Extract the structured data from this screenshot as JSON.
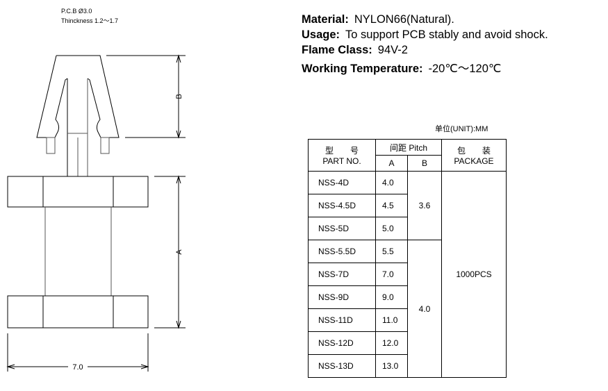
{
  "drawing": {
    "pcb_note": "P.C.B Ø3.0",
    "thickness_note": "Thinckness  1.2～1.7",
    "dim_b": "B",
    "dim_a": "A",
    "dim_width": "7.0"
  },
  "specs": [
    {
      "label": "Material:",
      "value": "NYLON66(Natural)."
    },
    {
      "label": "Usage:",
      "value": "To support PCB stably and avoid shock."
    },
    {
      "label": "Flame Class:",
      "value": "94V-2"
    },
    {
      "label": "Working Temperature:",
      "value": "-20℃～120℃"
    }
  ],
  "table": {
    "unit": "单位(UNIT):MM",
    "headers": {
      "part_cn": "型　　号",
      "part": "PART NO.",
      "pitch": "间距 Pitch",
      "a": "A",
      "b": "B",
      "package_cn": "包　　装",
      "package": "PACKAGE"
    },
    "rows": [
      {
        "part": "NSS-4D",
        "a": "4.0"
      },
      {
        "part": "NSS-4.5D",
        "a": "4.5"
      },
      {
        "part": "NSS-5D",
        "a": "5.0"
      },
      {
        "part": "NSS-5.5D",
        "a": "5.5"
      },
      {
        "part": "NSS-7D",
        "a": "7.0"
      },
      {
        "part": "NSS-9D",
        "a": "9.0"
      },
      {
        "part": "NSS-11D",
        "a": "11.0"
      },
      {
        "part": "NSS-12D",
        "a": "12.0"
      },
      {
        "part": "NSS-13D",
        "a": "13.0"
      }
    ],
    "b_groups": [
      "3.6",
      "4.0"
    ],
    "package": "1000PCS"
  }
}
